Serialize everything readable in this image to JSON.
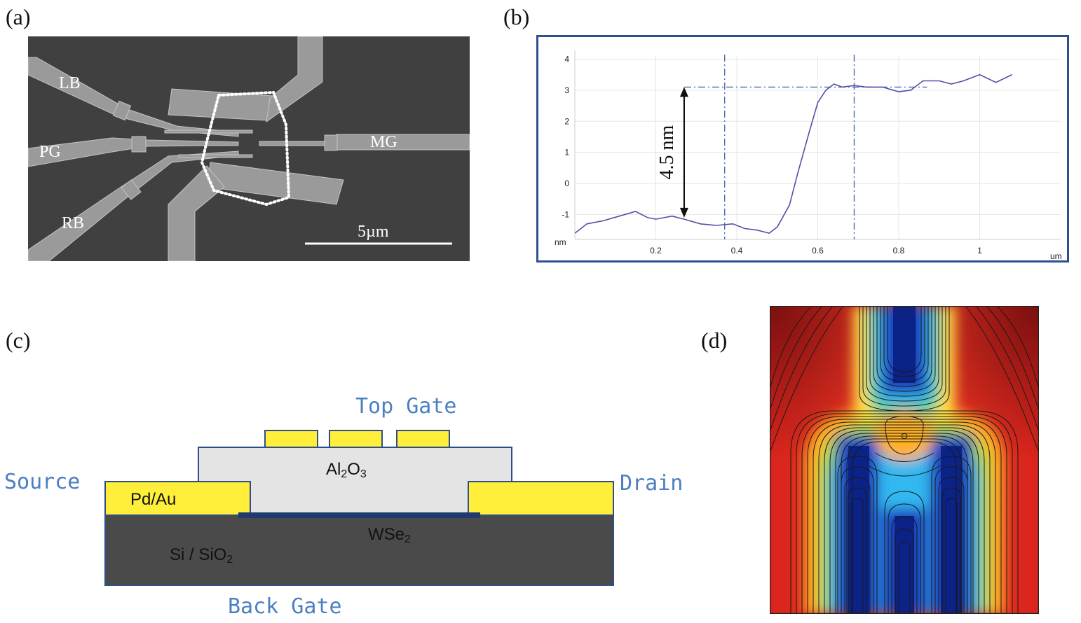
{
  "panels": {
    "a": {
      "label": "(a)",
      "electrodes": [
        "LB",
        "PG",
        "RB",
        "MG"
      ],
      "scale_bar": "5µm"
    },
    "b": {
      "label": "(b)",
      "step_annotation": "4.5 nm",
      "y_unit": "nm",
      "x_unit": "um",
      "chart_data": {
        "type": "line",
        "x_ticks": [
          "0.2",
          "0.4",
          "0.6",
          "0.8",
          "1"
        ],
        "y_ticks": [
          "4",
          "3",
          "2",
          "1",
          "0",
          "-1"
        ],
        "xlim": [
          0,
          1.2
        ],
        "ylim": [
          -1.8,
          4.1
        ],
        "grid": true,
        "series": [
          {
            "x": [
              0.0,
              0.03,
              0.07,
              0.11,
              0.15,
              0.18,
              0.2,
              0.24,
              0.27,
              0.31,
              0.35,
              0.39,
              0.42,
              0.45,
              0.48,
              0.5,
              0.53,
              0.55,
              0.58,
              0.6,
              0.62,
              0.64,
              0.66,
              0.69,
              0.72,
              0.76,
              0.8,
              0.83,
              0.86,
              0.9,
              0.93,
              0.96,
              1.0,
              1.04,
              1.08
            ],
            "y": [
              -1.6,
              -1.3,
              -1.2,
              -1.05,
              -0.9,
              -1.1,
              -1.15,
              -1.05,
              -1.15,
              -1.3,
              -1.35,
              -1.3,
              -1.45,
              -1.5,
              -1.6,
              -1.4,
              -0.7,
              0.3,
              1.7,
              2.6,
              3.0,
              3.2,
              3.1,
              3.15,
              3.1,
              3.1,
              2.95,
              3.0,
              3.3,
              3.3,
              3.2,
              3.3,
              3.5,
              3.25,
              3.5
            ]
          }
        ],
        "reference_levels": {
          "top": 3.1,
          "bottom": -1.1
        },
        "reference_x": [
          0.37,
          0.69
        ]
      }
    },
    "c": {
      "label": "(c)",
      "top_gate": "Top Gate",
      "source": "Source",
      "drain": "Drain",
      "back_gate": "Back Gate",
      "dielectric": "Al",
      "dielectric_sub1": "2",
      "dielectric_o": "O",
      "dielectric_sub2": "3",
      "contact": "Pd/Au",
      "channel": "WSe",
      "channel_sub": "2",
      "substrate": "Si / SiO",
      "substrate_sub": "2"
    },
    "d": {
      "label": "(d)"
    }
  },
  "colors": {
    "sem_bg": "#3f3f3f",
    "sem_electrode": "#9a9a9a",
    "plot_frame": "#2f4f8f",
    "plot_line": "#5050a8",
    "guide_line": "#4a6cb3",
    "gold": "#ffef3a",
    "dielectric_fill": "#e4e4e4",
    "substrate_fill": "#4a4a4a",
    "channel_fill": "#1e3a6e",
    "label_blue": "#4a7fc1"
  }
}
